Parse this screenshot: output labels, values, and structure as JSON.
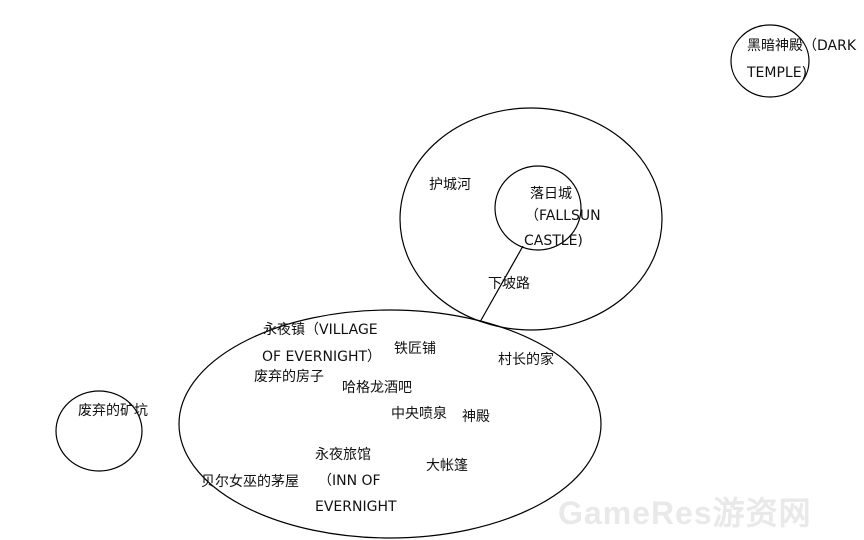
{
  "regions": {
    "dark_temple": {
      "line1": "黑暗神殿（DARK",
      "line2": "TEMPLE)"
    },
    "moat": "护城河",
    "fallsun_castle": {
      "line1": "落日城",
      "line2": "（FALLSUN",
      "line3": "CASTLE)"
    },
    "downhill_road": "下坡路",
    "village": {
      "name_line1": "永夜镇（VILLAGE",
      "name_line2": "OF EVERNIGHT）",
      "blacksmith": "铁匠铺",
      "chief_house": "村长的家",
      "abandoned_house": "废弃的房子",
      "hagelong_bar": "哈格龙酒吧",
      "central_fountain": "中央喷泉",
      "temple": "神殿",
      "inn_line1": "永夜旅馆",
      "inn_line2": "（INN OF",
      "inn_line3": "EVERNIGHT",
      "big_tent": "大帐篷",
      "witch_hut": "贝尔女巫的茅屋"
    },
    "abandoned_mine": "废弃的矿坑"
  },
  "watermark": "GameRes游资网"
}
